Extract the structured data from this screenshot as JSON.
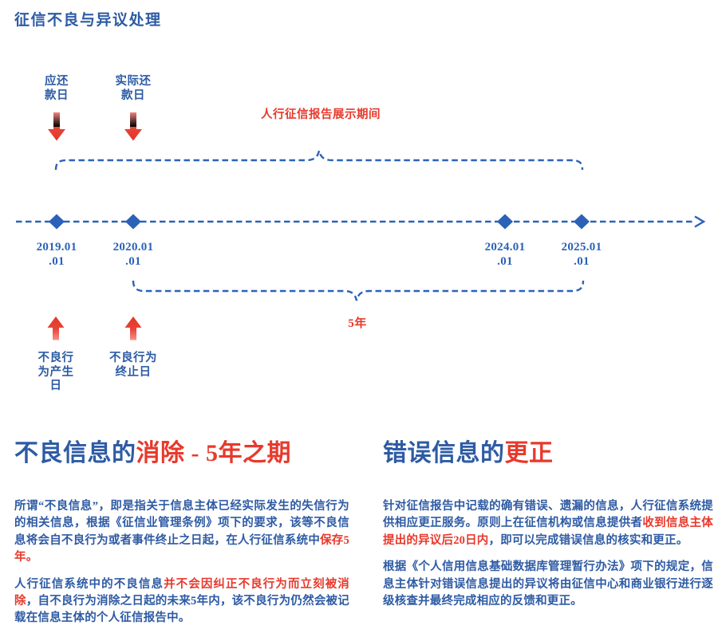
{
  "page": {
    "title": "征信不良与异议处理"
  },
  "colors": {
    "blue_text": "#2e5ba4",
    "blue_line": "#2b62b8",
    "red": "#e8392c"
  },
  "timeline": {
    "due_date_label": "应还\n款日",
    "actual_date_label": "实际还\n款日",
    "display_period_label": "人行征信报告展示期间",
    "dates": [
      {
        "label": "2019.01\n.01"
      },
      {
        "label": "2020.01\n.01"
      },
      {
        "label": "2024.01\n.01"
      },
      {
        "label": "2025.01\n.01"
      }
    ],
    "duration_label": "5年",
    "bad_behavior_start_label": "不良行\n为产生\n日",
    "bad_behavior_end_label": "不良行为\n终止日"
  },
  "sections": {
    "left": {
      "heading_blue": "不良信息的",
      "heading_red": "消除 - 5年之期",
      "para1": {
        "pre": "所谓“不良信息”，即是指关于信息主体已经实际发生的失信行为的相关信息，根据《征信业管理条例》项下的要求，该等不良信息将会自不良行为或者事件终止之日起，在人行征信系统中",
        "red": "保存5年。",
        "post": ""
      },
      "para2": {
        "pre": "人行征信系统中的不良信息",
        "red": "并不会因纠正不良行为而立刻被消除",
        "post": "，自不良行为消除之日起的未来5年内，该不良行为仍然会被记载在信息主体的个人征信报告中。"
      }
    },
    "right": {
      "heading_blue": "错误信息的",
      "heading_red": "更正",
      "para1": {
        "pre": "针对征信报告中记载的确有错误、遗漏的信息，人行征信系统提供相应更正服务。原则上在征信机构或信息提供者",
        "red": "收到信息主体提出的异议后20日内",
        "post": "，即可以完成错误信息的核实和更正。"
      },
      "para2": {
        "pre": "根据《个人信用信息基础数据库管理暂行办法》项下的规定，信息主体针对错误信息提出的异议将由征信中心和商业银行进行逐级核查并最终完成相应的反馈和更正。",
        "red": "",
        "post": ""
      }
    }
  }
}
